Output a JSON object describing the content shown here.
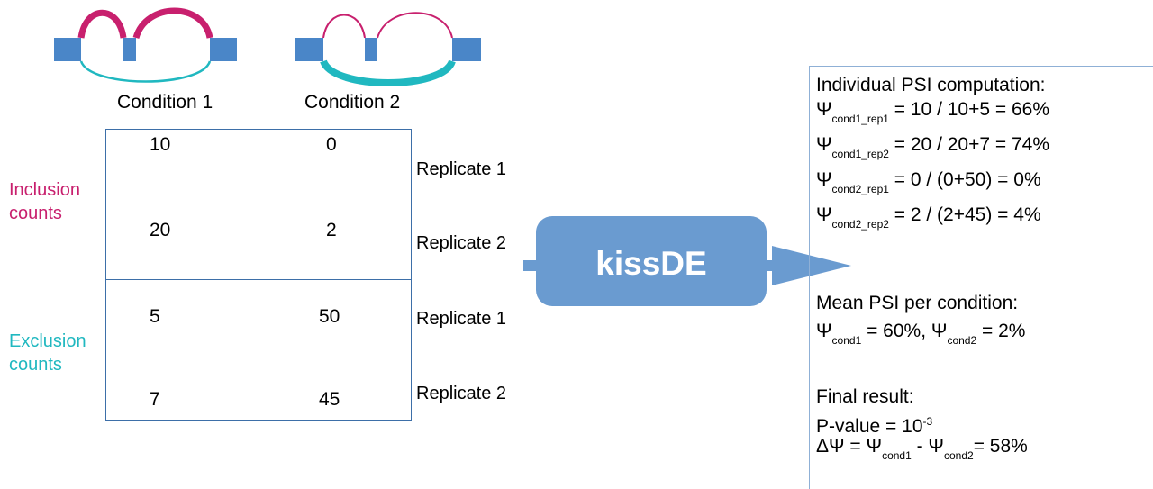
{
  "conditions": [
    "Condition 1",
    "Condition 2"
  ],
  "table": {
    "inclusion": [
      [
        "10",
        "0"
      ],
      [
        "20",
        "2"
      ]
    ],
    "exclusion": [
      [
        "5",
        "50"
      ],
      [
        "7",
        "45"
      ]
    ]
  },
  "replicates": [
    "Replicate 1",
    "Replicate 2",
    "Replicate 1",
    "Replicate 2"
  ],
  "side_labels": {
    "inclusion_line1": "Inclusion",
    "inclusion_line2": "counts",
    "exclusion_line1": "Exclusion",
    "exclusion_line2": "counts"
  },
  "tool": "kissDE",
  "results": {
    "heading1": "Individual PSI computation:",
    "psi_symbol": "Ψ",
    "rows": [
      {
        "sub": "cond1_rep1",
        "rest": " = 10 / 10+5 = 66%"
      },
      {
        "sub": "cond1_rep2",
        "rest": " = 20 / 20+7 = 74%"
      },
      {
        "sub": "cond2_rep1",
        "rest": " = 0 / (0+50) = 0%"
      },
      {
        "sub": "cond2_rep2",
        "rest": " = 2 / (2+45) =  4%"
      }
    ],
    "heading2": "Mean PSI per condition:",
    "mean": {
      "sub1": "cond1",
      "mid": " = 60%, ",
      "sub2": "cond2",
      "end": " = 2%"
    },
    "heading3": "Final result:",
    "pvalue_prefix": "P-value = 10",
    "pvalue_exp": "-3",
    "delta": {
      "prefix": "ΔΨ = Ψ",
      "sub1": "cond1",
      "mid": " - Ψ",
      "sub2": "cond2",
      "end": "= 58%"
    }
  },
  "colors": {
    "exon": "#4a86c8",
    "inclusion": "#c8206e",
    "exclusion": "#20b8c0",
    "box": "#6a9bd0",
    "grid": "#3d6fa8"
  }
}
